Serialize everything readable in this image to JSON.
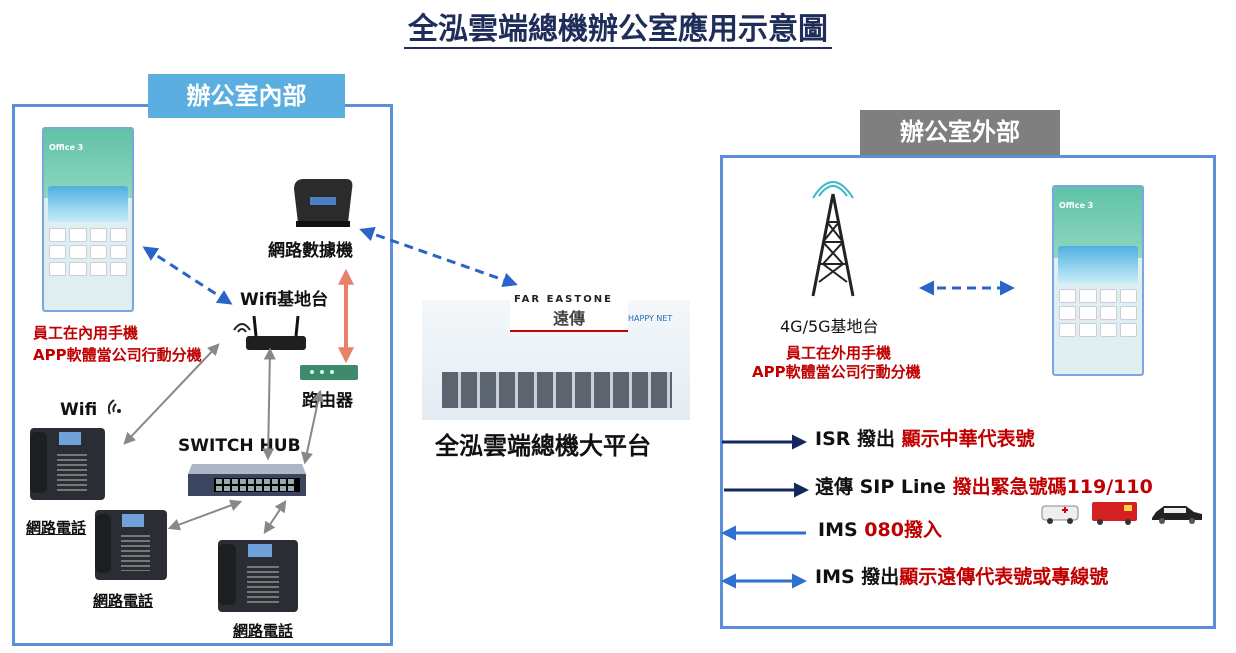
{
  "title": "全泓雲端總機辦公室應用示意圖",
  "inside": {
    "tag": "辦公室內部",
    "phone_app": {
      "app_title": "Office 3",
      "note_line1": "員工在內用手機",
      "note_line2": "APP軟體當公司行動分機"
    },
    "modem_label": "網路數據機",
    "wifi_ap_label": "Wifi基地台",
    "router_label": "路由器",
    "switch_label": "SWITCH HUB",
    "wifi_label": "Wifi",
    "ip_phone_labels": [
      "網路電話",
      "網路電話",
      "網路電話"
    ],
    "tag_color": "#5aaee0"
  },
  "center": {
    "logo_text": "FAR EASTONE",
    "logo_cn": "遠傳",
    "happynet": "HAPPY NET",
    "platform_label": "全泓雲端總機大平台"
  },
  "outside": {
    "tag": "辦公室外部",
    "tag_color": "#7f7f7f",
    "tower_label": "4G/5G基地台",
    "note_line1": "員工在外用手機",
    "note_line2": "APP軟體當公司行動分機",
    "phone_app": {
      "app_title": "Office 3"
    },
    "lines": [
      {
        "black": "ISR 撥出 ",
        "red": "顯示中華代表號",
        "direction": "out"
      },
      {
        "black": "遠傳 SIP Line ",
        "red": "撥出緊急號碼119/110",
        "direction": "out"
      },
      {
        "black": "IMS ",
        "red": "080撥入",
        "direction": "in"
      },
      {
        "black": "IMS 撥出",
        "red": "顯示遠傳代表號或專線號",
        "direction": "both"
      }
    ]
  }
}
